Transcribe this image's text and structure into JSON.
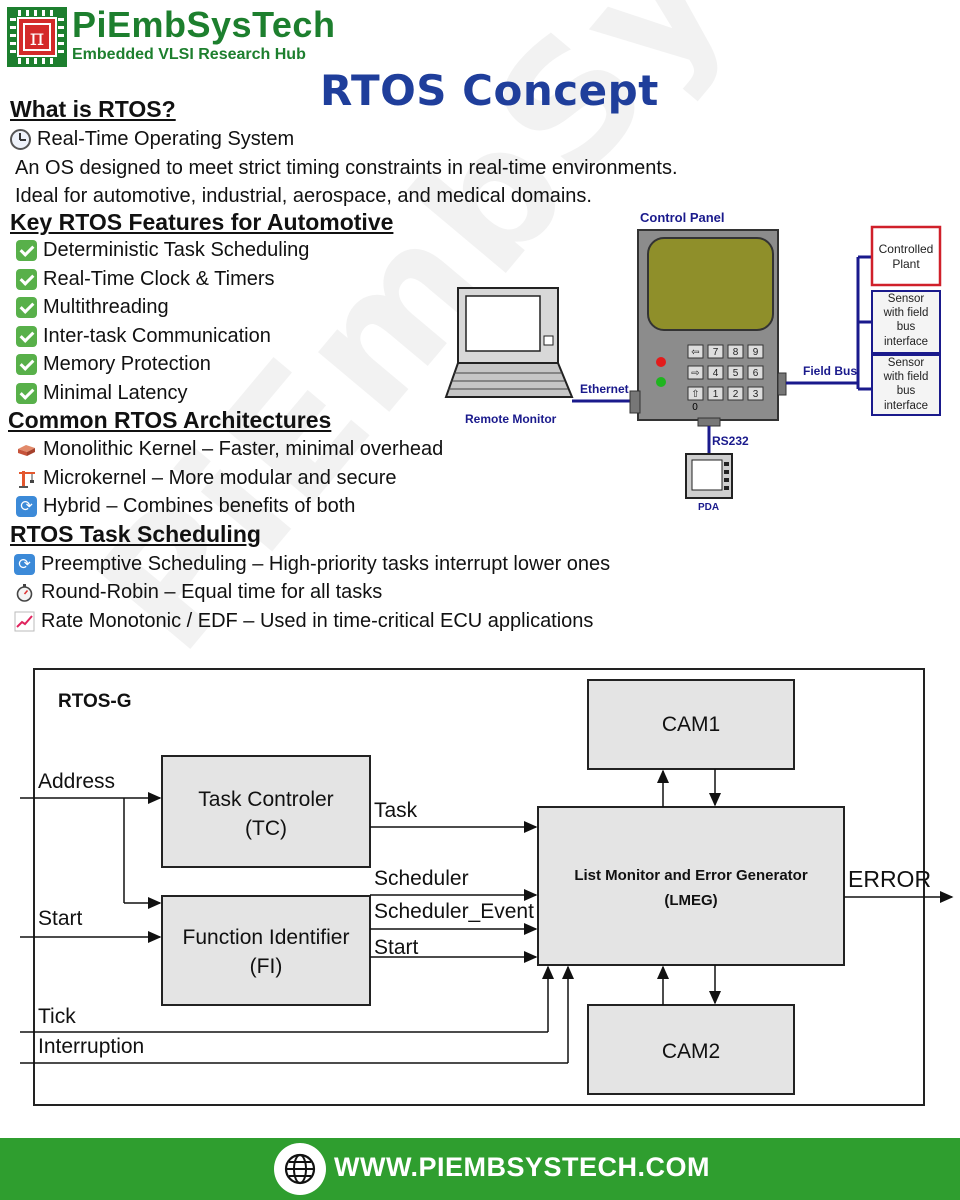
{
  "brand": {
    "name": "PiEmbSysTech",
    "subtitle": "Embedded VLSI Research Hub",
    "logo_glyph": "π",
    "colors": {
      "green": "#1d7f2e",
      "red": "#d42a2a",
      "title_blue": "#1f3e9b"
    }
  },
  "watermark": "PiEmbSysTech",
  "title": "RTOS Concept",
  "what_is": {
    "heading": "What is RTOS?",
    "full_name": "Real-Time Operating System",
    "description": "An OS designed to meet strict timing constraints in real-time environments.",
    "domains": "Ideal for automotive, industrial, aerospace, and medical domains."
  },
  "features": {
    "heading": "Key RTOS Features for Automotive",
    "icon": "check-mark-icon",
    "items": [
      "Deterministic Task Scheduling",
      "Real-Time Clock & Timers",
      "Multithreading",
      "Inter-task Communication",
      "Memory Protection",
      "Minimal Latency"
    ]
  },
  "architectures": {
    "heading": "Common RTOS Architectures",
    "items": [
      {
        "icon": "brick-icon",
        "text": "Monolithic Kernel – Faster, minimal overhead"
      },
      {
        "icon": "crane-icon",
        "text": "Microkernel – More modular and secure"
      },
      {
        "icon": "cycle-icon",
        "text": "Hybrid – Combines benefits of both"
      }
    ]
  },
  "scheduling": {
    "heading": "RTOS Task Scheduling",
    "items": [
      {
        "icon": "cycle-icon",
        "text": "Preemptive Scheduling – High-priority tasks interrupt lower ones"
      },
      {
        "icon": "stopwatch-icon",
        "text": "Round-Robin – Equal time for all tasks"
      },
      {
        "icon": "chart-up-icon",
        "text": "Rate Monotonic / EDF – Used in time-critical ECU applications"
      }
    ]
  },
  "control_diagram": {
    "control_panel_label": "Control Panel",
    "remote_monitor_label": "Remote Monitor",
    "ethernet_label": "Ethernet",
    "field_bus_label": "Field Bus",
    "rs232_label": "RS232",
    "pda_label": "PDA",
    "controlled_plant_line1": "Controlled",
    "controlled_plant_line2": "Plant",
    "sensor_line1": "Sensor",
    "sensor_line2": "with field",
    "sensor_line3": "bus",
    "sensor_line4": "interface",
    "keypad": [
      "7",
      "8",
      "9",
      "4",
      "5",
      "6",
      "1",
      "2",
      "3",
      "0"
    ]
  },
  "rtos_g": {
    "title": "RTOS-G",
    "inputs": {
      "address": "Address",
      "start": "Start",
      "tick": "Tick",
      "interruption": "Interruption"
    },
    "tc_line1": "Task Controler",
    "tc_line2": "(TC)",
    "fi_line1": "Function Identifier",
    "fi_line2": "(FI)",
    "lmeg_line1": "List Monitor and Error Generator",
    "lmeg_line2": "(LMEG)",
    "cam1": "CAM1",
    "cam2": "CAM2",
    "signals": {
      "task": "Task",
      "scheduler": "Scheduler",
      "scheduler_event": "Scheduler_Event",
      "start": "Start"
    },
    "output": "ERROR"
  },
  "footer": {
    "url": "WWW.PIEMBSYSTECH.COM",
    "icon": "globe-icon",
    "color": "#2f9e2f"
  }
}
